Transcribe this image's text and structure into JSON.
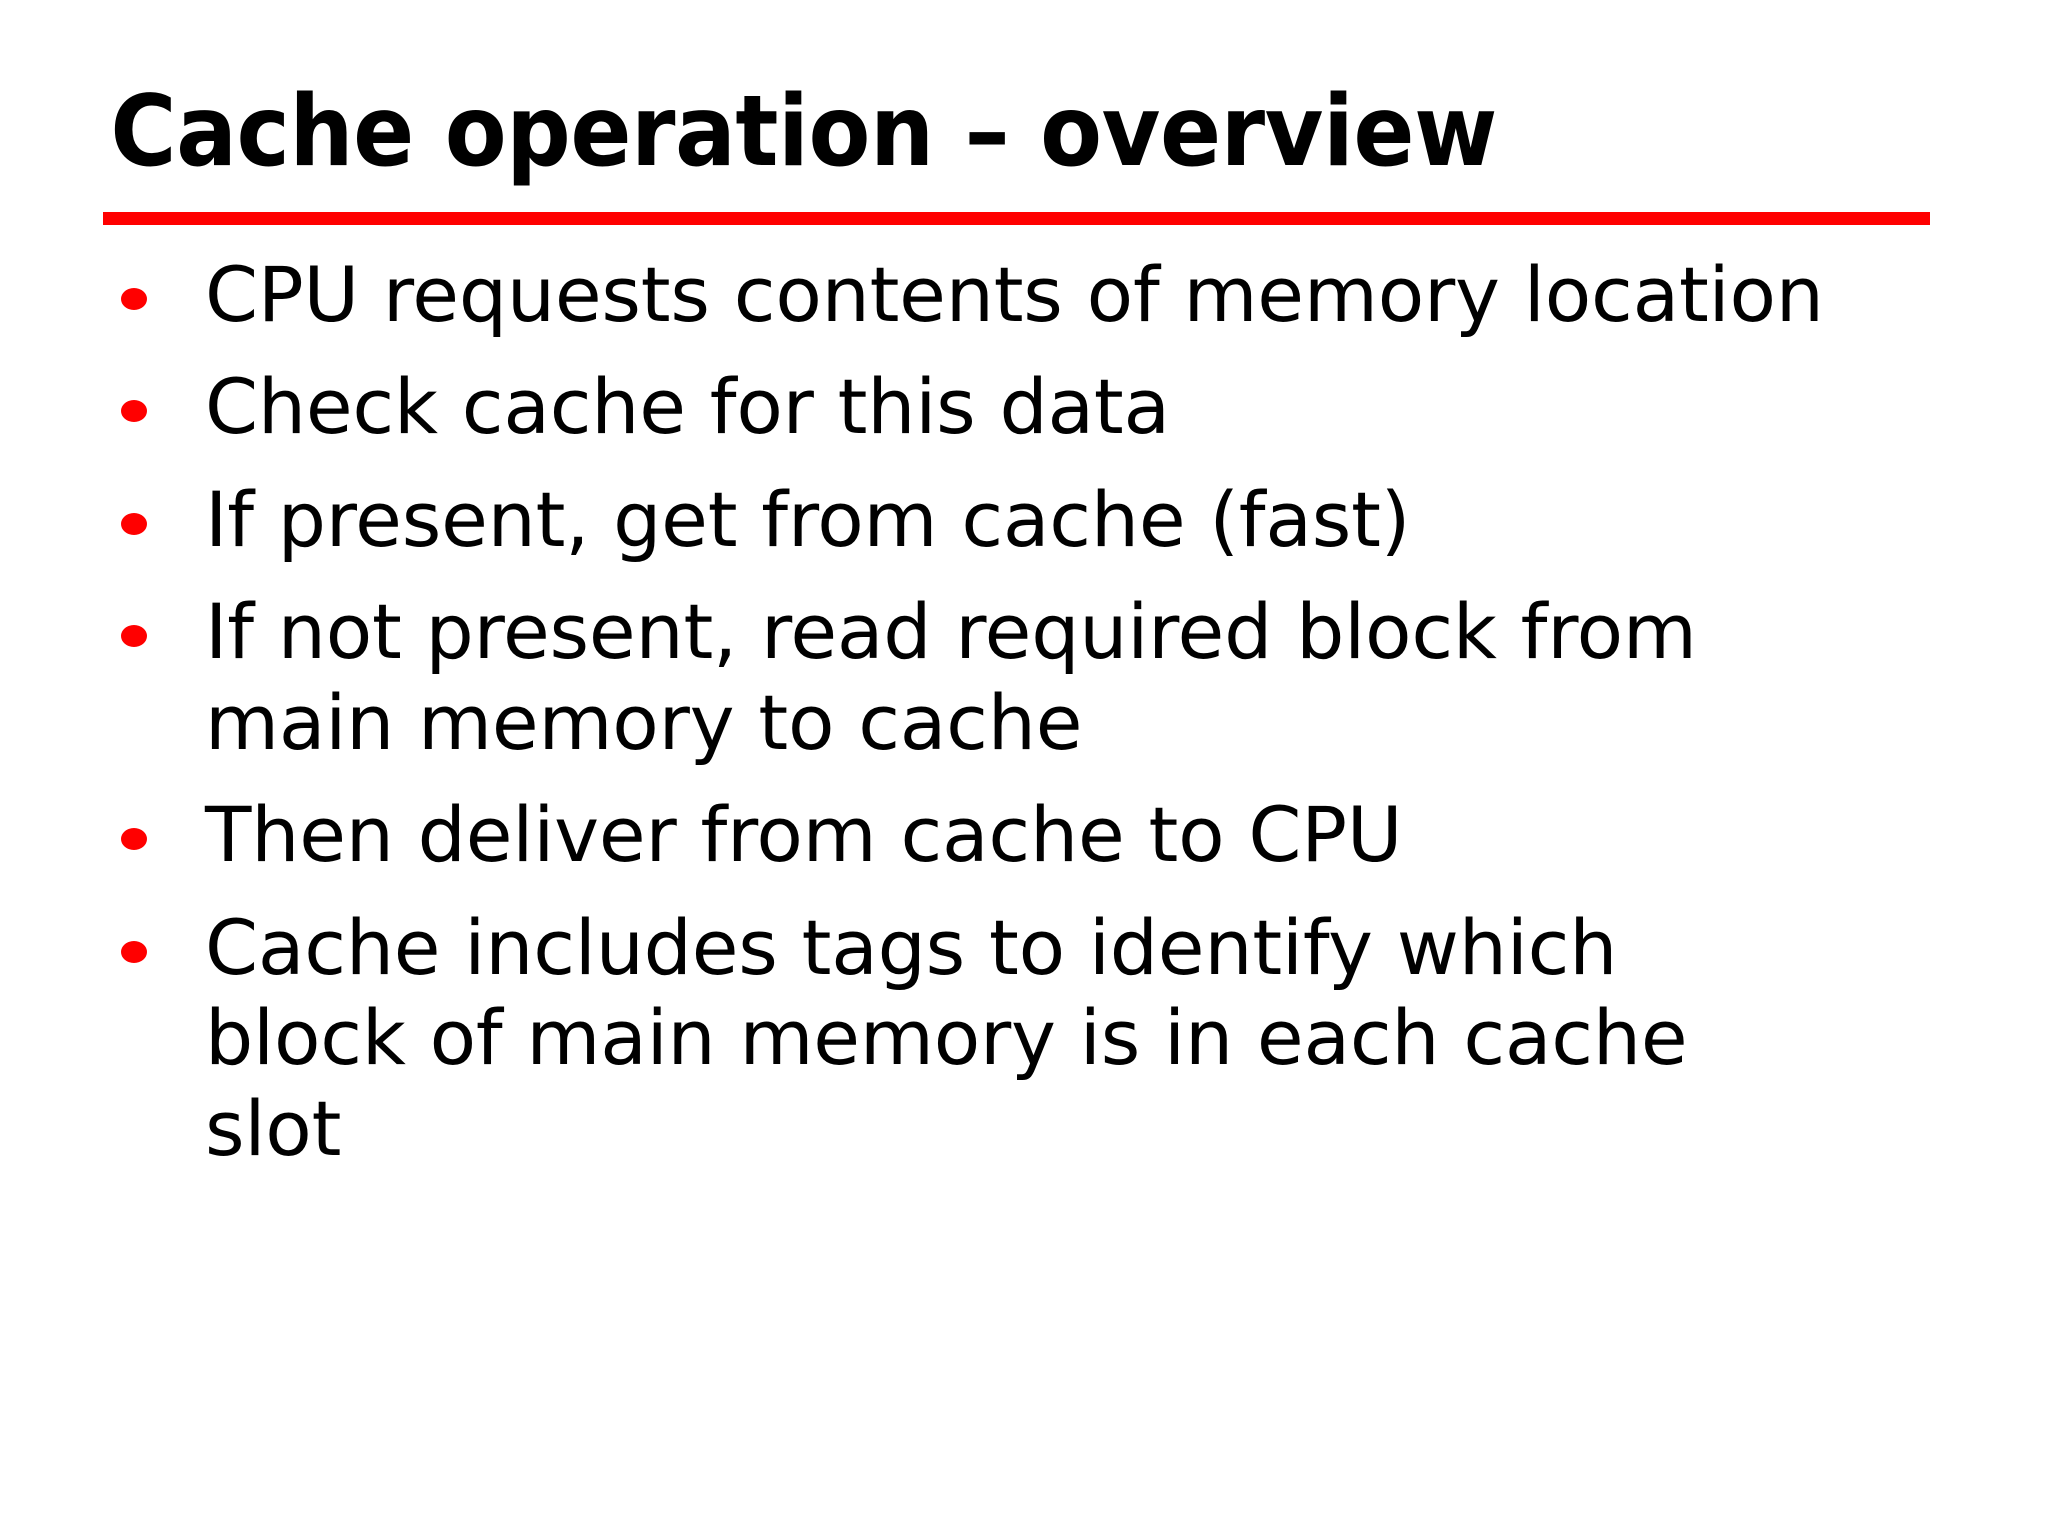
{
  "slide": {
    "title": "Cache operation – overview",
    "accent_color": "#FF0000",
    "text_color": "#000000",
    "background_color": "#FFFFFF",
    "bullet_glyph": "round-red-dot",
    "bullets": [
      {
        "text": "CPU requests contents of memory location"
      },
      {
        "text": "Check cache for this data"
      },
      {
        "text": "If present, get from cache (fast)"
      },
      {
        "text": "If not present, read required block from main memory to cache"
      },
      {
        "text": "Then deliver from cache to CPU"
      },
      {
        "text": "Cache includes tags to identify which block of main memory is in each cache slot"
      }
    ]
  }
}
